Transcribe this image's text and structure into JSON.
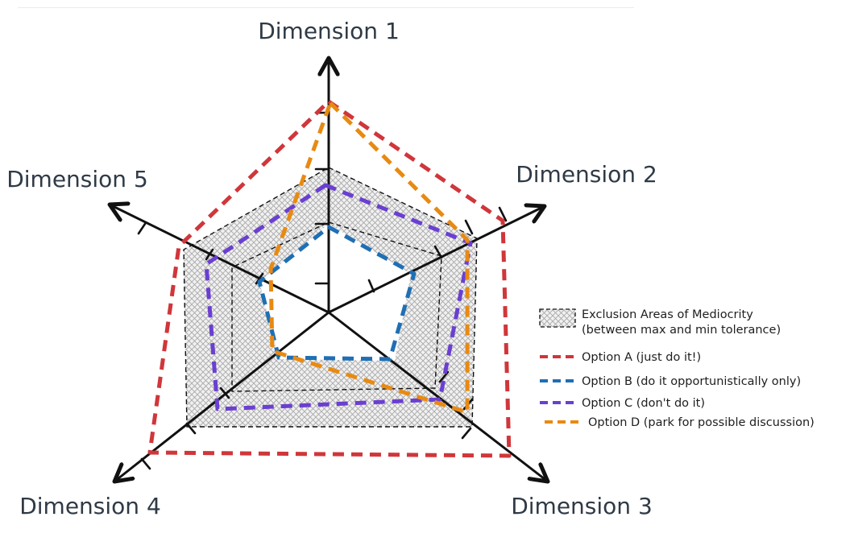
{
  "dimensions": [
    {
      "label": "Dimension 1"
    },
    {
      "label": "Dimension 2"
    },
    {
      "label": "Dimension 3"
    },
    {
      "label": "Dimension 4"
    },
    {
      "label": "Dimension 5"
    }
  ],
  "legend": {
    "exclusion_line1": "Exclusion Areas of Mediocrity",
    "exclusion_line2": "(between max and min tolerance)",
    "option_a": "Option A (just do it!)",
    "option_b": "Option B (do it opportunistically only)",
    "option_c": "Option C (don't do it)",
    "option_d": "Option D (park for possible discussion)"
  },
  "colors": {
    "option_a": "#d0363a",
    "option_b": "#1f6fb4",
    "option_c": "#6a3fd1",
    "option_d": "#e88a12",
    "axis": "#111111",
    "hatch": "#b8b8b8",
    "label": "#2f3a46"
  }
}
